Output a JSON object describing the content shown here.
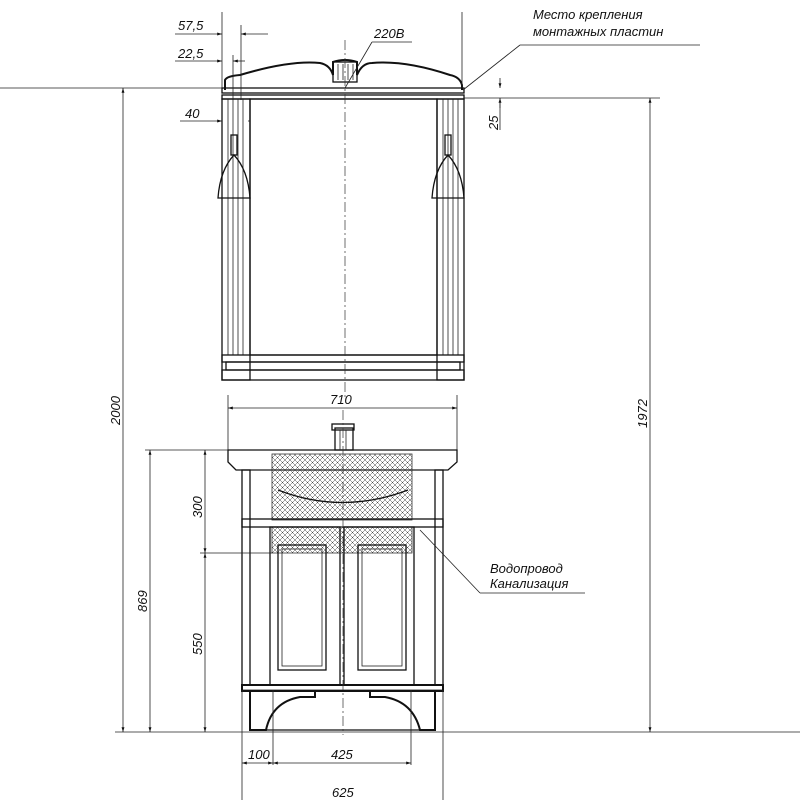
{
  "dimensions": {
    "d57_5": "57,5",
    "d22_5": "22,5",
    "d40": "40",
    "d25": "25",
    "d2000": "2000",
    "d1972": "1972",
    "d710": "710",
    "d300": "300",
    "d869": "869",
    "d550": "550",
    "d100": "100",
    "d425": "425",
    "d625": "625"
  },
  "labels": {
    "power": "220В",
    "mount_line1": "Место крепления",
    "mount_line2": "монтажных пластин",
    "water": "Водопровод",
    "sewer": "Канализация"
  }
}
